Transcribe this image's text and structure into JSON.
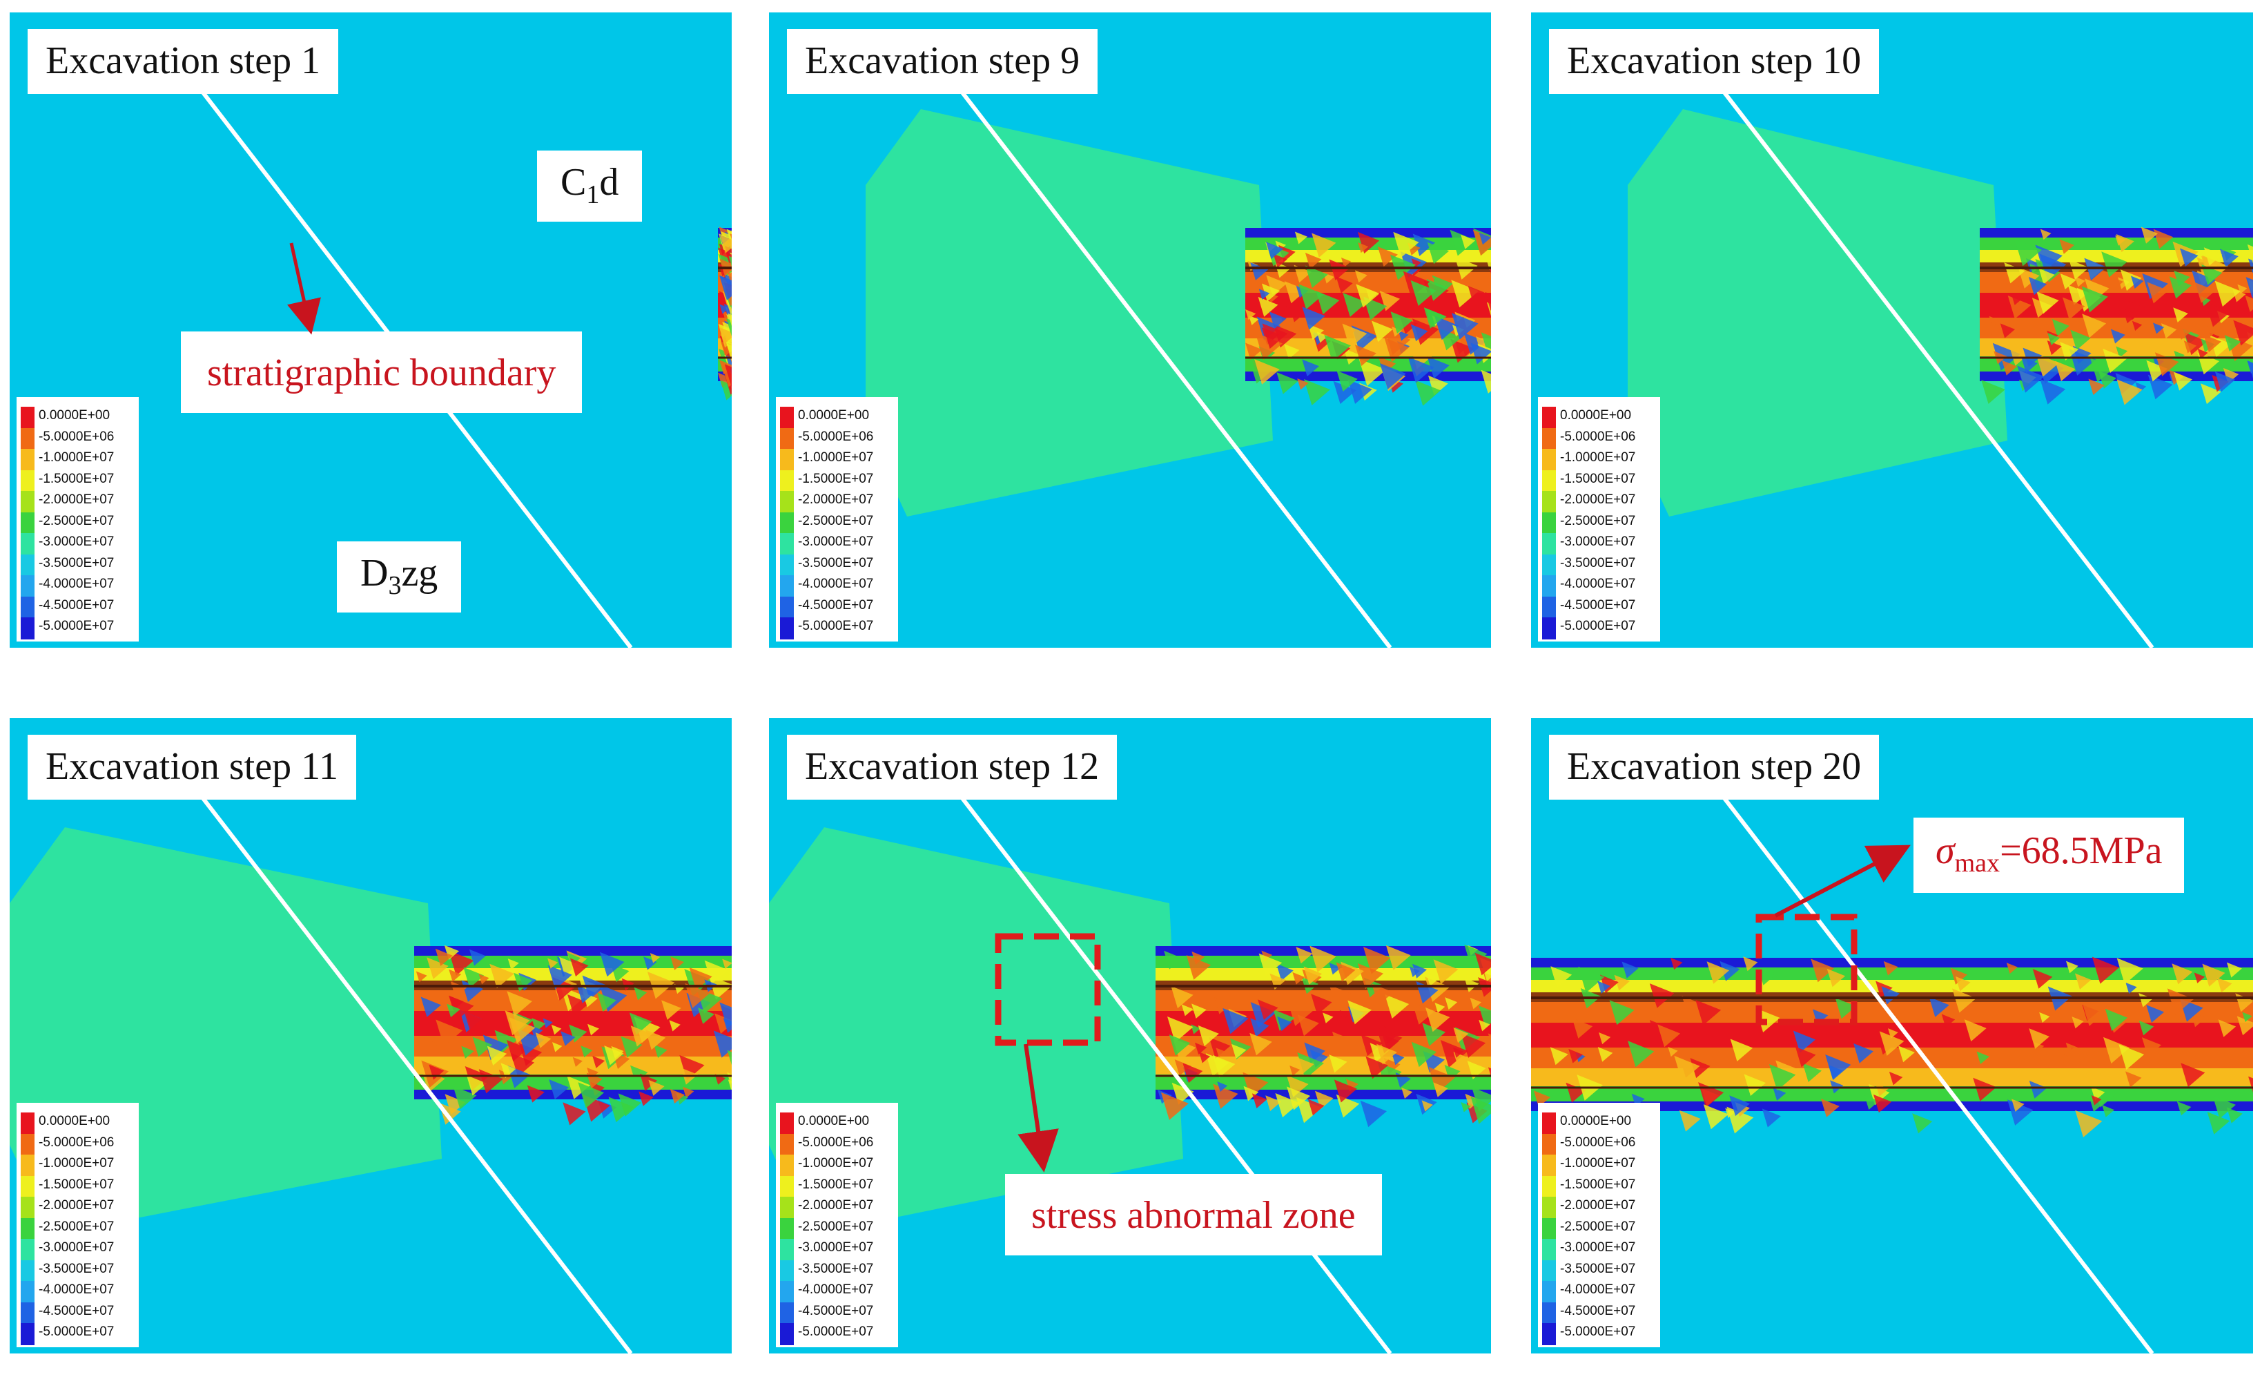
{
  "panels": [
    {
      "label": "Excavation step 1",
      "extent": 0.0
    },
    {
      "label": "Excavation step 9",
      "extent": 0.42
    },
    {
      "label": "Excavation step 10",
      "extent": 0.47
    },
    {
      "label": "Excavation step 11",
      "extent": 0.55
    },
    {
      "label": "Excavation step 12",
      "extent": 0.6
    },
    {
      "label": "Excavation step 20",
      "extent": 1.0
    }
  ],
  "legend": {
    "ticks": [
      "0.0000E+00",
      "-5.0000E+06",
      "-1.0000E+07",
      "-1.5000E+07",
      "-2.0000E+07",
      "-2.5000E+07",
      "-3.0000E+07",
      "-3.5000E+07",
      "-4.0000E+07",
      "-4.5000E+07",
      "-5.0000E+07"
    ],
    "colors": [
      "#e8141e",
      "#f06a14",
      "#f7ba1c",
      "#eef01e",
      "#a6e21a",
      "#3ad33e",
      "#2ee3a0",
      "#19c9e3",
      "#23a6ee",
      "#1f63e4",
      "#1a1ad6"
    ]
  },
  "annotations": {
    "strata_upper": {
      "main": "C",
      "sub": "1",
      "rest": "d"
    },
    "strata_lower": {
      "main": "D",
      "sub": "3",
      "rest": "zg"
    },
    "boundary_note": "stratigraphic boundary",
    "abnormal_note": "stress abnormal zone",
    "sigma_note": {
      "symbol": "σ",
      "sub": "max",
      "rest": "=68.5MPa"
    }
  },
  "colors": {
    "background_stress": "#00c6e8",
    "zone_stress": "#2ee3a0",
    "annotation_red": "#c8141e"
  }
}
